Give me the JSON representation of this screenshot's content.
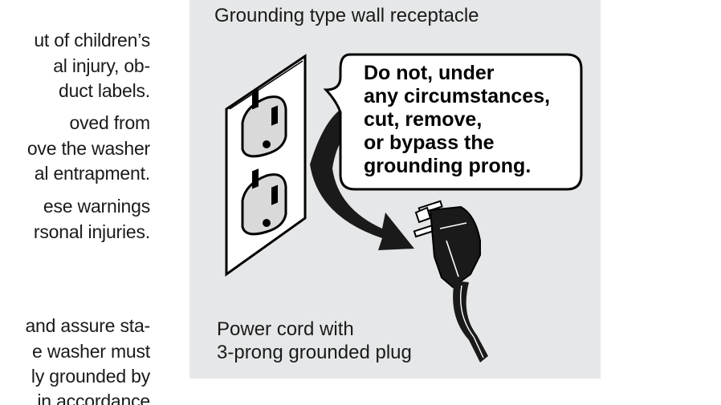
{
  "left_text": {
    "para1": [
      "ut of children’s",
      "al injury, ob-",
      "duct labels."
    ],
    "para2": [
      "oved from",
      "ove the washer",
      "al entrapment."
    ],
    "para3": [
      "ese warnings",
      "rsonal injuries."
    ],
    "para4": [
      "and assure sta-",
      "e washer must",
      "ly grounded by",
      "in accordance"
    ]
  },
  "figure": {
    "receptacle_label": "Grounding type wall receptacle",
    "warning_lines": [
      "Do not, under",
      "any circumstances,",
      "cut, remove,",
      "or bypass the",
      "grounding prong."
    ],
    "plug_label_lines": [
      "Power cord with",
      "3-prong grounded plug"
    ],
    "icons": [
      "wall-outlet-icon",
      "curved-arrow-icon",
      "grounded-plug-icon"
    ]
  }
}
